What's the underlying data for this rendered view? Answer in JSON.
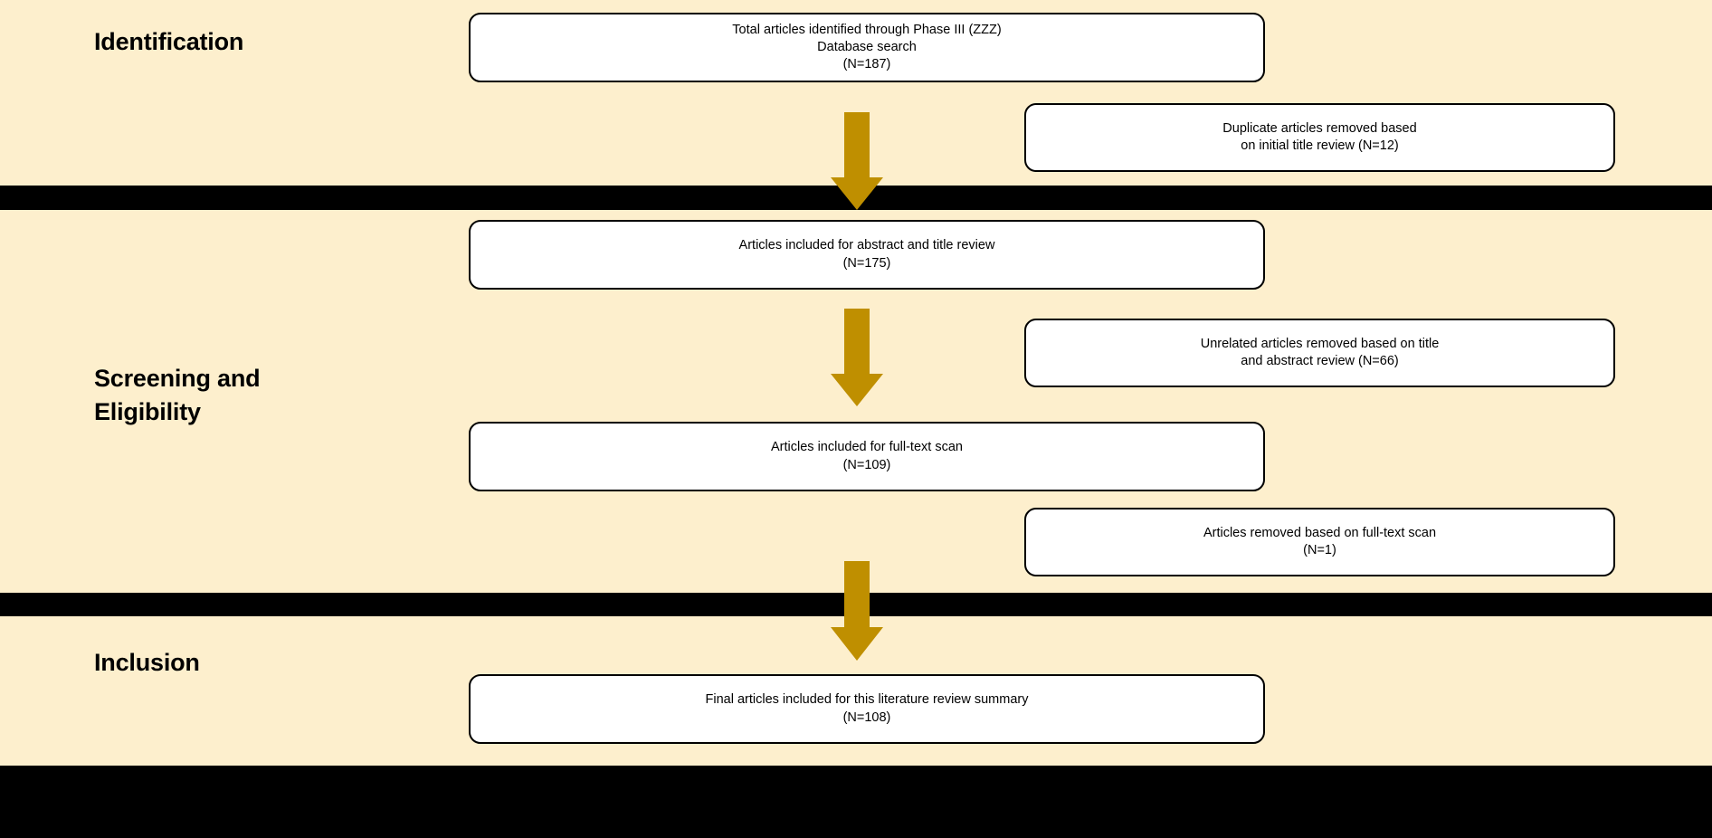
{
  "diagram": {
    "title": "PRISMA literature review flow diagram",
    "background_color": "#FDEFCD",
    "band_color": "#000000",
    "arrow_color": "#BF8F00",
    "box_fill": "#FFFFFF",
    "box_border": "#000000"
  },
  "stages": [
    {
      "label": "Identification"
    },
    {
      "label": "Screening and\nEligibility"
    },
    {
      "label": "Inclusion"
    }
  ],
  "flow_boxes": [
    {
      "name": "total-articles-identified",
      "text": "Total articles identified through Phase III (ZZZ)\nDatabase search\n(N=187)",
      "count": 187
    },
    {
      "name": "articles-abstract-title-review",
      "text": "Articles included for abstract and title review\n(N=175)",
      "count": 175
    },
    {
      "name": "articles-full-text-scan",
      "text": "Articles included for full-text scan\n(N=109)",
      "count": 109
    },
    {
      "name": "final-articles-included",
      "text": "Final articles included for this literature review summary\n(N=108)",
      "count": 108
    }
  ],
  "exclusion_boxes": [
    {
      "name": "duplicates-removed",
      "text": "Duplicate articles removed based\non initial title review (N=12)",
      "count": 12
    },
    {
      "name": "unrelated-removed",
      "text": "Unrelated articles removed based on title\nand abstract review (N=66)",
      "count": 66
    },
    {
      "name": "full-text-removed",
      "text": "Articles removed based on full-text scan\n(N=1)",
      "count": 1
    }
  ],
  "arrows": [
    {
      "name": "arrow-identification-to-screening"
    },
    {
      "name": "arrow-screening-to-eligibility"
    },
    {
      "name": "arrow-eligibility-to-inclusion"
    }
  ],
  "chart_data": {
    "type": "diagram",
    "title": "PRISMA flow of article selection",
    "stages": [
      "Identification",
      "Screening and Eligibility",
      "Inclusion"
    ],
    "steps": [
      {
        "stage": "Identification",
        "label": "Total articles identified through Phase III (ZZZ) Database search",
        "n": 187
      },
      {
        "stage": "Identification",
        "label": "Duplicate articles removed based on initial title review",
        "n": 12,
        "excluded": true
      },
      {
        "stage": "Screening and Eligibility",
        "label": "Articles included for abstract and title review",
        "n": 175
      },
      {
        "stage": "Screening and Eligibility",
        "label": "Unrelated articles removed based on title and abstract review",
        "n": 66,
        "excluded": true
      },
      {
        "stage": "Screening and Eligibility",
        "label": "Articles included for full-text scan",
        "n": 109
      },
      {
        "stage": "Screening and Eligibility",
        "label": "Articles removed based on full-text scan",
        "n": 1,
        "excluded": true
      },
      {
        "stage": "Inclusion",
        "label": "Final articles included for this literature review summary",
        "n": 108
      }
    ]
  }
}
